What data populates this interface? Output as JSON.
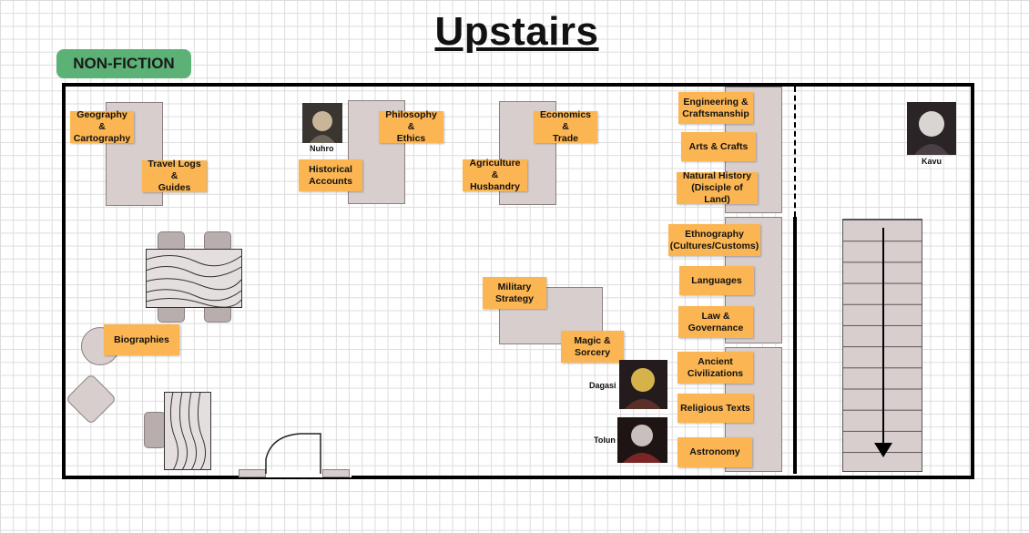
{
  "title": "Upstairs",
  "section": "NON-FICTION",
  "people": {
    "nuhro": "Nuhro",
    "kavu": "Kavu",
    "dagasi": "Dagasi",
    "tolun": "Tolun"
  },
  "labels": {
    "geography": "Geography &\nCartography",
    "travel": "Travel Logs &\nGuides",
    "philosophy": "Philosophy &\nEthics",
    "historical": "Historical\nAccounts",
    "economics": "Economics &\nTrade",
    "agriculture": "Agriculture &\nHusbandry",
    "engineering": "Engineering &\nCraftsmanship",
    "arts": "Arts & Crafts",
    "natural": "Natural History\n(Disciple of Land)",
    "ethnography": "Ethnography\n(Cultures/Customs)",
    "languages": "Languages",
    "law": "Law &\nGovernance",
    "ancient": "Ancient\nCivilizations",
    "religious": "Religious Texts",
    "astronomy": "Astronomy",
    "military": "Military\nStrategy",
    "magic": "Magic &\nSorcery",
    "biographies": "Biographies"
  },
  "colors": {
    "label_bg": "#fbb552",
    "shelf": "#d8cece",
    "badge": "#5cb176",
    "wall": "#000000"
  }
}
